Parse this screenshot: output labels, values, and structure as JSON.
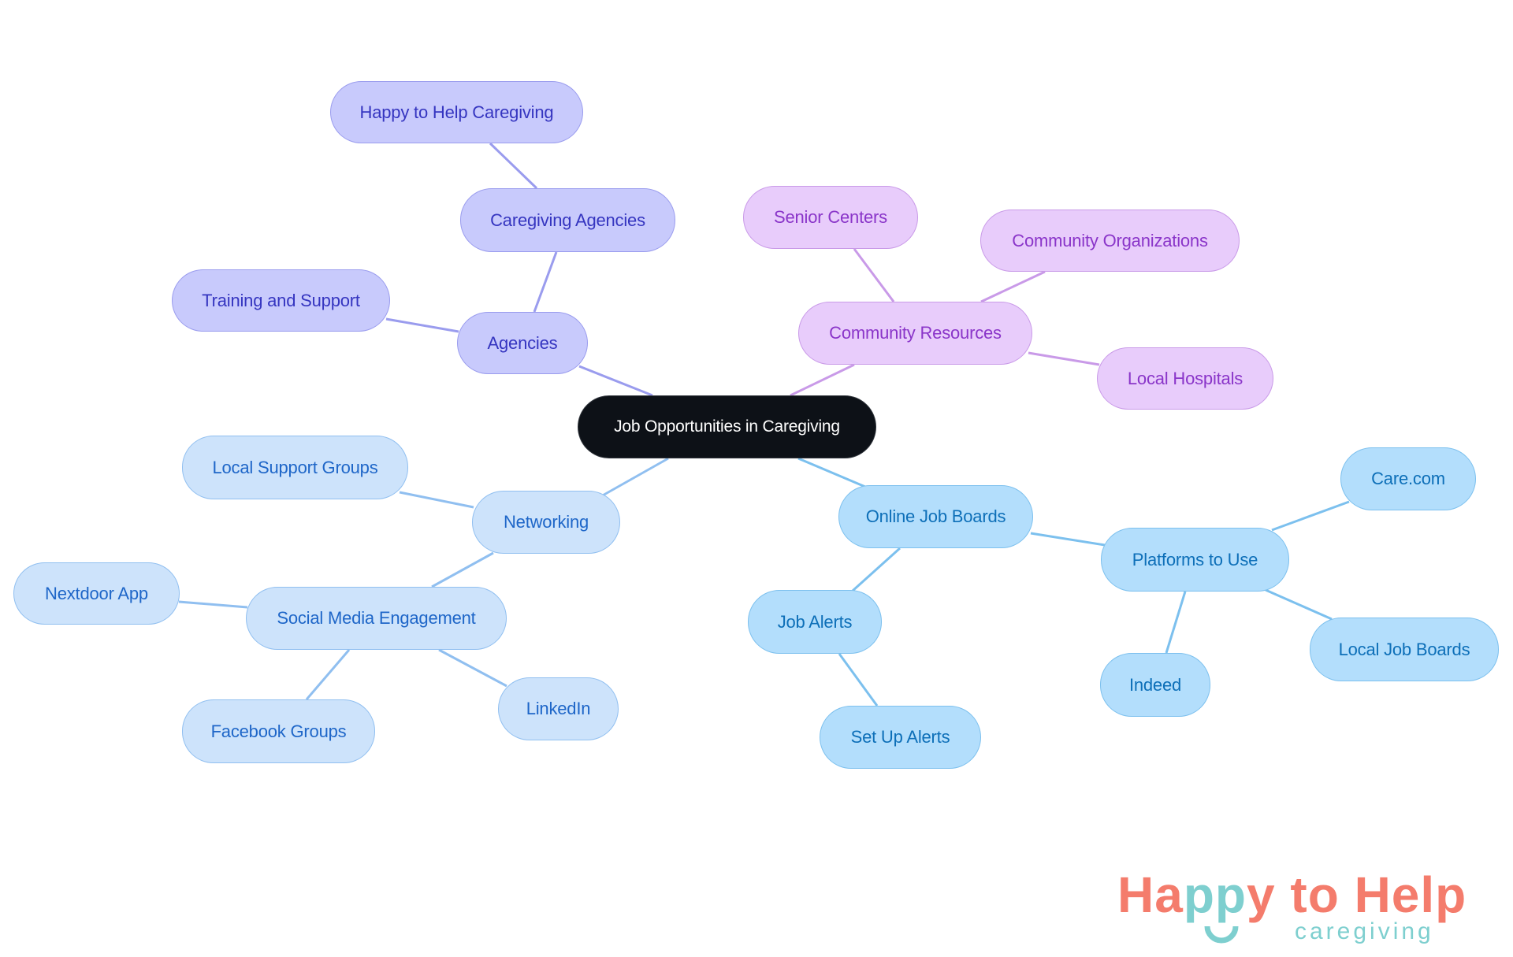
{
  "diagram": {
    "type": "mindmap",
    "root": {
      "id": "root",
      "label": "Job Opportunities in Caregiving"
    },
    "colors": {
      "root_fill": "#0d1117",
      "root_text": "#ffffff",
      "indigo_fill": "#c8cafc",
      "indigo_text": "#3535c0",
      "indigo_edge": "#9a9cee",
      "purple_fill": "#e8ccfb",
      "purple_text": "#8a35c9",
      "purple_edge": "#c99ae8",
      "lightblue_fill": "#cde3fb",
      "lightblue_text": "#1e66c8",
      "lightblue_edge": "#90bff0",
      "skyblue_fill": "#b3defc",
      "skyblue_text": "#0d6fb8",
      "skyblue_edge": "#7cc0ee"
    },
    "nodes": [
      {
        "id": "root",
        "label": "Job Opportunities in Caregiving",
        "branch": "root"
      },
      {
        "id": "agencies",
        "label": "Agencies",
        "branch": "indigo",
        "parent": "root"
      },
      {
        "id": "caregiving_agencies",
        "label": "Caregiving Agencies",
        "branch": "indigo",
        "parent": "agencies"
      },
      {
        "id": "happy_to_help",
        "label": "Happy to Help Caregiving",
        "branch": "indigo",
        "parent": "caregiving_agencies"
      },
      {
        "id": "training_support",
        "label": "Training and Support",
        "branch": "indigo",
        "parent": "agencies"
      },
      {
        "id": "community_resources",
        "label": "Community Resources",
        "branch": "purple",
        "parent": "root"
      },
      {
        "id": "senior_centers",
        "label": "Senior Centers",
        "branch": "purple",
        "parent": "community_resources"
      },
      {
        "id": "community_orgs",
        "label": "Community Organizations",
        "branch": "purple",
        "parent": "community_resources"
      },
      {
        "id": "local_hospitals",
        "label": "Local Hospitals",
        "branch": "purple",
        "parent": "community_resources"
      },
      {
        "id": "networking",
        "label": "Networking",
        "branch": "lightblue",
        "parent": "root"
      },
      {
        "id": "local_support_groups",
        "label": "Local Support Groups",
        "branch": "lightblue",
        "parent": "networking"
      },
      {
        "id": "social_media",
        "label": "Social Media Engagement",
        "branch": "lightblue",
        "parent": "networking"
      },
      {
        "id": "nextdoor",
        "label": "Nextdoor App",
        "branch": "lightblue",
        "parent": "social_media"
      },
      {
        "id": "facebook_groups",
        "label": "Facebook Groups",
        "branch": "lightblue",
        "parent": "social_media"
      },
      {
        "id": "linkedin",
        "label": "LinkedIn",
        "branch": "lightblue",
        "parent": "social_media"
      },
      {
        "id": "online_job_boards",
        "label": "Online Job Boards",
        "branch": "skyblue",
        "parent": "root"
      },
      {
        "id": "job_alerts",
        "label": "Job Alerts",
        "branch": "skyblue",
        "parent": "online_job_boards"
      },
      {
        "id": "set_up_alerts",
        "label": "Set Up Alerts",
        "branch": "skyblue",
        "parent": "job_alerts"
      },
      {
        "id": "platforms",
        "label": "Platforms to Use",
        "branch": "skyblue",
        "parent": "online_job_boards"
      },
      {
        "id": "care_com",
        "label": "Care.com",
        "branch": "skyblue",
        "parent": "platforms"
      },
      {
        "id": "local_job_boards",
        "label": "Local Job Boards",
        "branch": "skyblue",
        "parent": "platforms"
      },
      {
        "id": "indeed",
        "label": "Indeed",
        "branch": "skyblue",
        "parent": "platforms"
      }
    ]
  },
  "logo": {
    "part1": "Ha",
    "part2": "pp",
    "part3": "y to Help",
    "subtitle": "caregiving",
    "coral": "#f47c6c",
    "teal": "#7ecfcf"
  }
}
